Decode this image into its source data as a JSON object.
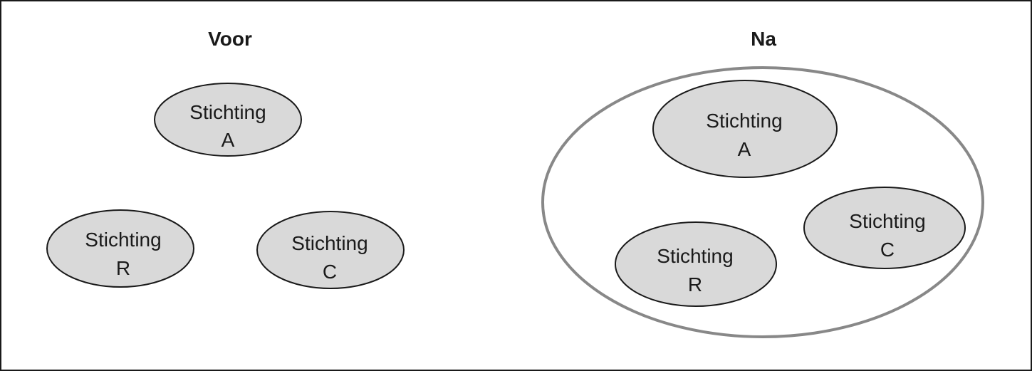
{
  "panels": {
    "before": {
      "heading": "Voor",
      "nodes": [
        {
          "line1": "Stichting",
          "line2": "A"
        },
        {
          "line1": "Stichting",
          "line2": "R"
        },
        {
          "line1": "Stichting",
          "line2": "C"
        }
      ]
    },
    "after": {
      "heading": "Na",
      "nodes": [
        {
          "line1": "Stichting",
          "line2": "A"
        },
        {
          "line1": "Stichting",
          "line2": "R"
        },
        {
          "line1": "Stichting",
          "line2": "C"
        }
      ]
    }
  },
  "colors": {
    "node_fill": "#d9d9d9",
    "node_stroke": "#1a1a1a",
    "group_stroke": "#888888",
    "border": "#1a1a1a"
  }
}
